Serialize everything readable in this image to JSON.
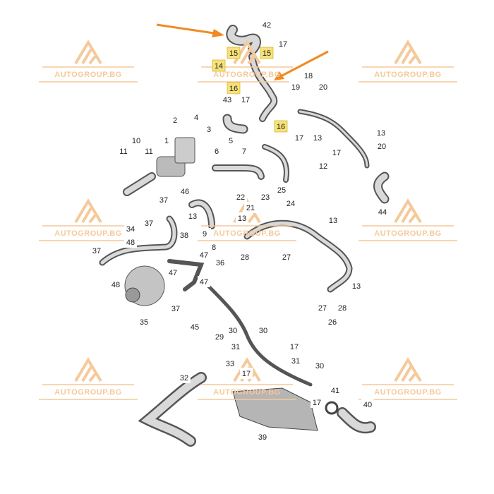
{
  "diagram": {
    "watermark_text": "AUTOGROUP.BG",
    "colors": {
      "watermark": "#f6c99a",
      "highlight": "#f7e27a",
      "arrow": "#f08a24",
      "part": "#8a8a8a"
    },
    "labels": [
      "42",
      "15",
      "15",
      "14",
      "16",
      "17",
      "18",
      "19",
      "20",
      "43",
      "17",
      "16",
      "17",
      "13",
      "13",
      "20",
      "17",
      "12",
      "44",
      "2",
      "4",
      "3",
      "1",
      "10",
      "11",
      "11",
      "5",
      "6",
      "7",
      "22",
      "23",
      "25",
      "24",
      "21",
      "46",
      "37",
      "13",
      "9",
      "8",
      "37",
      "34",
      "48",
      "37",
      "38",
      "47",
      "36",
      "47",
      "48",
      "35",
      "37",
      "47",
      "45",
      "13",
      "28",
      "13",
      "27",
      "13",
      "27",
      "28",
      "26",
      "29",
      "30",
      "31",
      "30",
      "17",
      "31",
      "33",
      "17",
      "30",
      "32",
      "41",
      "40",
      "17",
      "39"
    ],
    "highlighted_labels": [
      1,
      2,
      3,
      4,
      11
    ]
  }
}
